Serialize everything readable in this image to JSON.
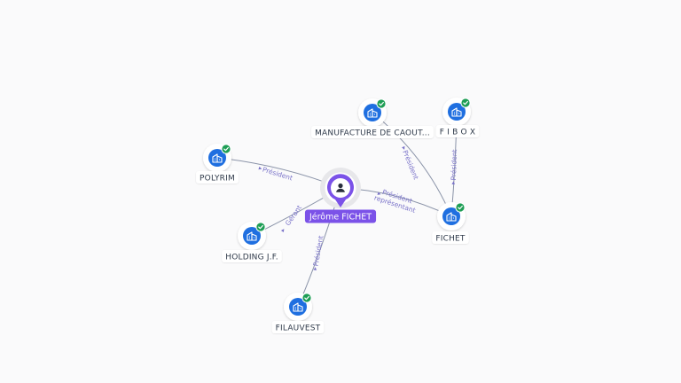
{
  "colors": {
    "background": "#fafafb",
    "edge": "#8a93a8",
    "edge_label": "#7a73c9",
    "company_icon": "#1f6fe0",
    "check_badge": "#1e9e55",
    "person": "#7b52e8",
    "label_bg": "#ffffff"
  },
  "person": {
    "label": "Jérôme FICHET",
    "icon": "person-icon"
  },
  "companies": [
    {
      "id": "polyrim",
      "label": "POLYRIM",
      "icon": "company-building-icon",
      "verified": true
    },
    {
      "id": "holding",
      "label": "HOLDING J.F.",
      "icon": "company-building-icon",
      "verified": true
    },
    {
      "id": "filauvest",
      "label": "FILAUVEST",
      "icon": "company-building-icon",
      "verified": true
    },
    {
      "id": "manufacture",
      "label": "MANUFACTURE DE CAOUT...",
      "icon": "company-building-icon",
      "verified": true
    },
    {
      "id": "fibox",
      "label": "F I B O X",
      "icon": "company-building-icon",
      "verified": true
    },
    {
      "id": "fichet",
      "label": "FICHET",
      "icon": "company-building-icon",
      "verified": true
    }
  ],
  "edges": [
    {
      "from": "person",
      "to": "polyrim",
      "label": "Président"
    },
    {
      "from": "person",
      "to": "holding",
      "label": "Gérant"
    },
    {
      "from": "person",
      "to": "filauvest",
      "label": "Président"
    },
    {
      "from": "person",
      "to": "fichet",
      "label": "Président",
      "label2": "représentant"
    },
    {
      "from": "fichet",
      "to": "manufacture",
      "label": "Président"
    },
    {
      "from": "fichet",
      "to": "fibox",
      "label": "Président"
    }
  ]
}
